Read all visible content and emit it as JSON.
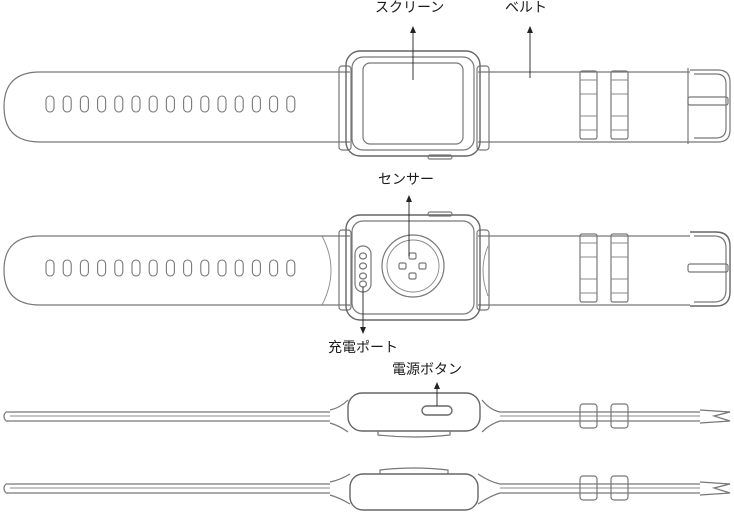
{
  "labels": {
    "screen": "スクリーン",
    "belt": "ベルト",
    "sensor": "センサー",
    "charging_port": "充電ポート",
    "power_button": "電源ボタン"
  },
  "colors": {
    "outline": "#777777",
    "text": "#1a1a1a",
    "background": "#ffffff"
  }
}
